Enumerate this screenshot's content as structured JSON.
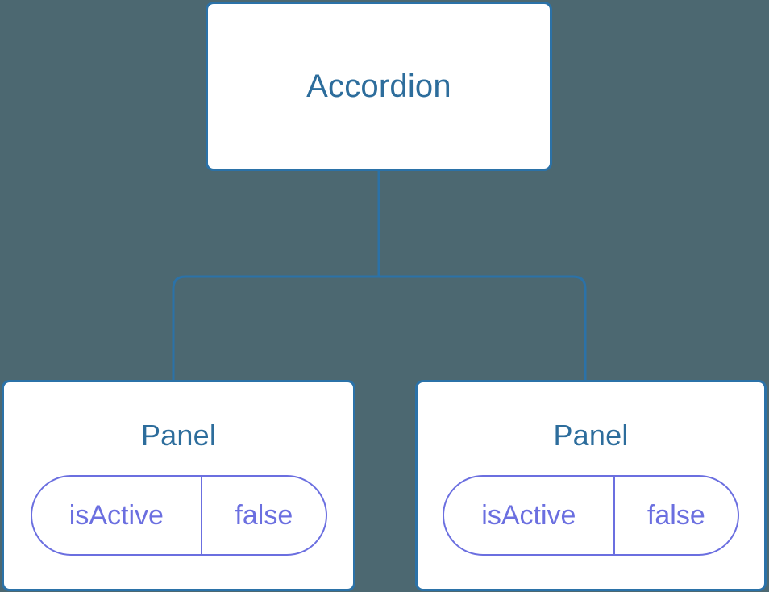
{
  "diagram": {
    "type": "component-tree",
    "background_color": "#4c6871",
    "edge_color": "#2b72a8",
    "node_border_color": "#2b72a8",
    "node_fill_color": "#ffffff",
    "node_title_color": "#2d6d9c",
    "prop_color": "#6b6fe0",
    "root": {
      "id": "accordion",
      "label": "Accordion"
    },
    "children": [
      {
        "id": "panel-left",
        "label": "Panel",
        "props": [
          {
            "key": "isActive",
            "value": "false"
          }
        ]
      },
      {
        "id": "panel-right",
        "label": "Panel",
        "props": [
          {
            "key": "isActive",
            "value": "false"
          }
        ]
      }
    ],
    "edges": [
      {
        "from": "accordion",
        "to": "panel-left"
      },
      {
        "from": "accordion",
        "to": "panel-right"
      }
    ]
  }
}
